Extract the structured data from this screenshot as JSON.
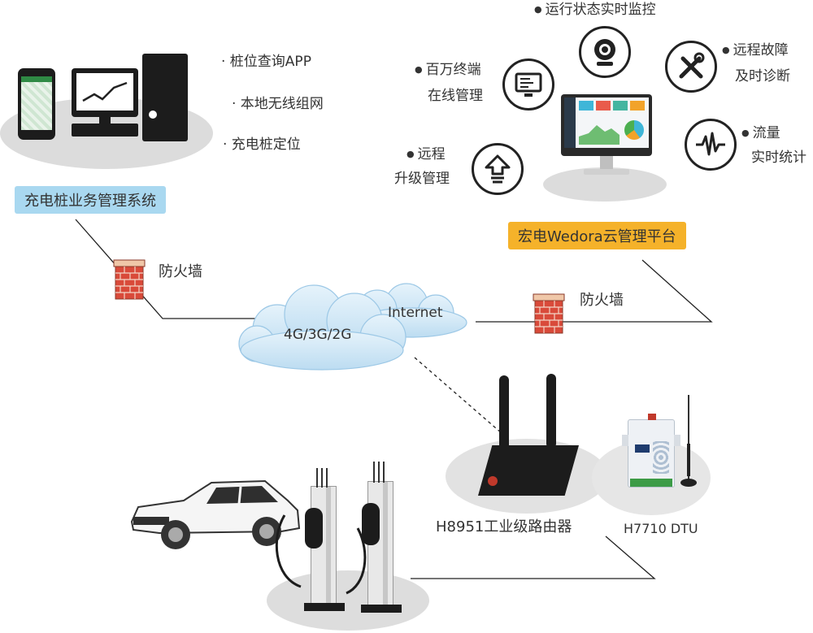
{
  "business_system": {
    "label": "充电桩业务管理系统",
    "features": [
      "· 桩位查询APP",
      "· 本地无线组网",
      "· 充电桩定位"
    ]
  },
  "cloud_platform": {
    "label": "宏电Wedora云管理平台",
    "features": {
      "realtime_monitor": "运行状态实时监控",
      "terminal_mgmt_1": "百万终端",
      "terminal_mgmt_2": "在线管理",
      "remote_diag_1": "远程故障",
      "remote_diag_2": "及时诊断",
      "remote_upgrade_1": "远程",
      "remote_upgrade_2": "升级管理",
      "traffic_1": "流量",
      "traffic_2": "实时统计"
    }
  },
  "network": {
    "firewall_left": "防火墙",
    "firewall_right": "防火墙",
    "cloud_mobile": "4G/3G/2G",
    "cloud_internet": "Internet"
  },
  "devices": {
    "router_label": "H8951工业级路由器",
    "dtu_label": "H7710 DTU"
  },
  "colors": {
    "label_blue": "#a9d8f0",
    "label_orange": "#f5b22a",
    "cloud_fill": "#d5ebf8",
    "firewall_brick": "#d94a3a"
  },
  "icons": [
    "webcam-icon",
    "tools-icon",
    "monitor-icon",
    "upload-icon",
    "waveform-icon",
    "firewall-icon",
    "cloud-icon"
  ]
}
